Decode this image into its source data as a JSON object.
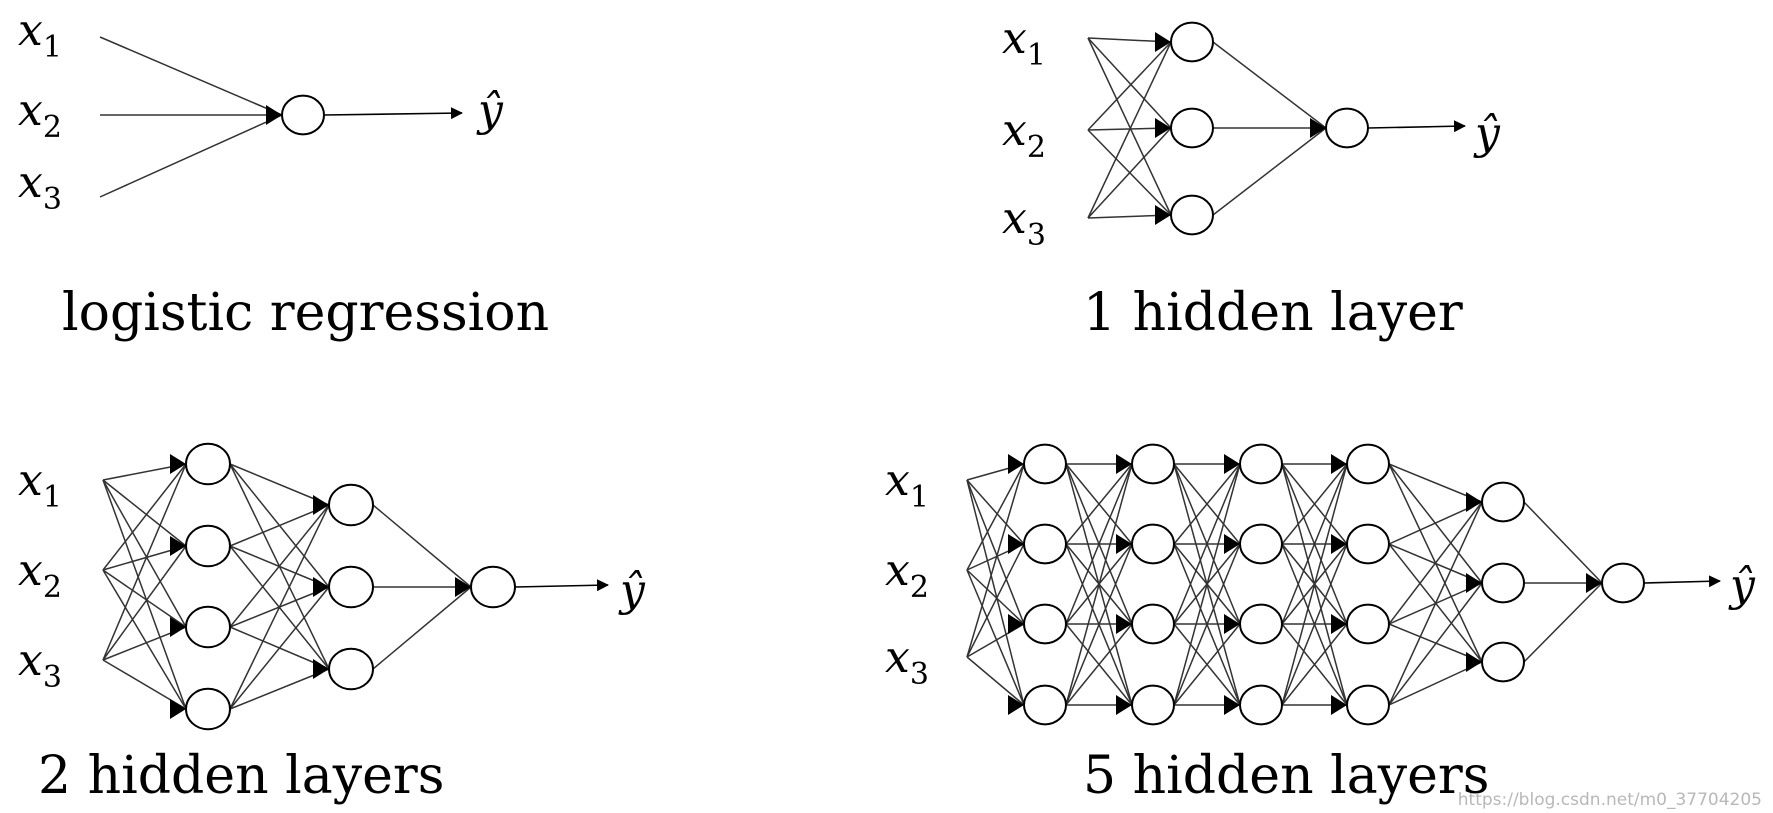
{
  "diagrams": [
    {
      "caption": "logistic regression",
      "inputs": [
        {
          "base": "x",
          "sub": "1"
        },
        {
          "base": "x",
          "sub": "2"
        },
        {
          "base": "x",
          "sub": "3"
        }
      ],
      "hidden_layers": [],
      "output_label": "ŷ"
    },
    {
      "caption": "1 hidden layer",
      "inputs": [
        {
          "base": "x",
          "sub": "1"
        },
        {
          "base": "x",
          "sub": "2"
        },
        {
          "base": "x",
          "sub": "3"
        }
      ],
      "hidden_layers": [
        3
      ],
      "output_label": "ŷ"
    },
    {
      "caption": "2 hidden layers",
      "inputs": [
        {
          "base": "x",
          "sub": "1"
        },
        {
          "base": "x",
          "sub": "2"
        },
        {
          "base": "x",
          "sub": "3"
        }
      ],
      "hidden_layers": [
        4,
        3
      ],
      "output_label": "ŷ"
    },
    {
      "caption": "5 hidden layers",
      "inputs": [
        {
          "base": "x",
          "sub": "1"
        },
        {
          "base": "x",
          "sub": "2"
        },
        {
          "base": "x",
          "sub": "3"
        }
      ],
      "hidden_layers": [
        4,
        4,
        4,
        4,
        3
      ],
      "output_label": "ŷ"
    }
  ],
  "watermark": "https://blog.csdn.net/m0_37704205"
}
